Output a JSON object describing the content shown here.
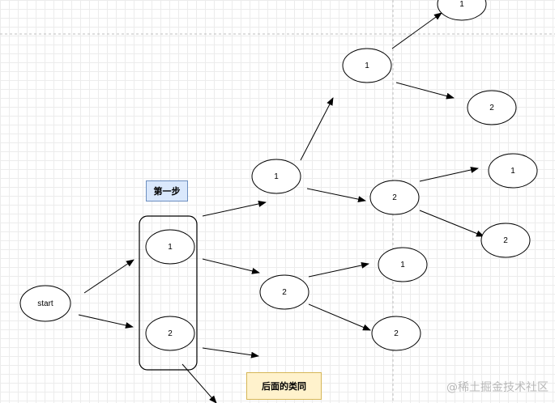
{
  "nodes": {
    "start": "start",
    "l1_top": "1",
    "l1_bottom": "2",
    "l2_upper": "1",
    "l2_lower": "2",
    "l3_top": "1",
    "l3_mid": "2",
    "l3_lower_a": "1",
    "l3_lower_b": "2",
    "l4_a": "1",
    "l4_b": "2",
    "l4_c": "1",
    "l4_d": "2"
  },
  "labels": {
    "step": "第一步",
    "note": "后面的类同"
  },
  "watermark": "@稀土掘金技术社区"
}
